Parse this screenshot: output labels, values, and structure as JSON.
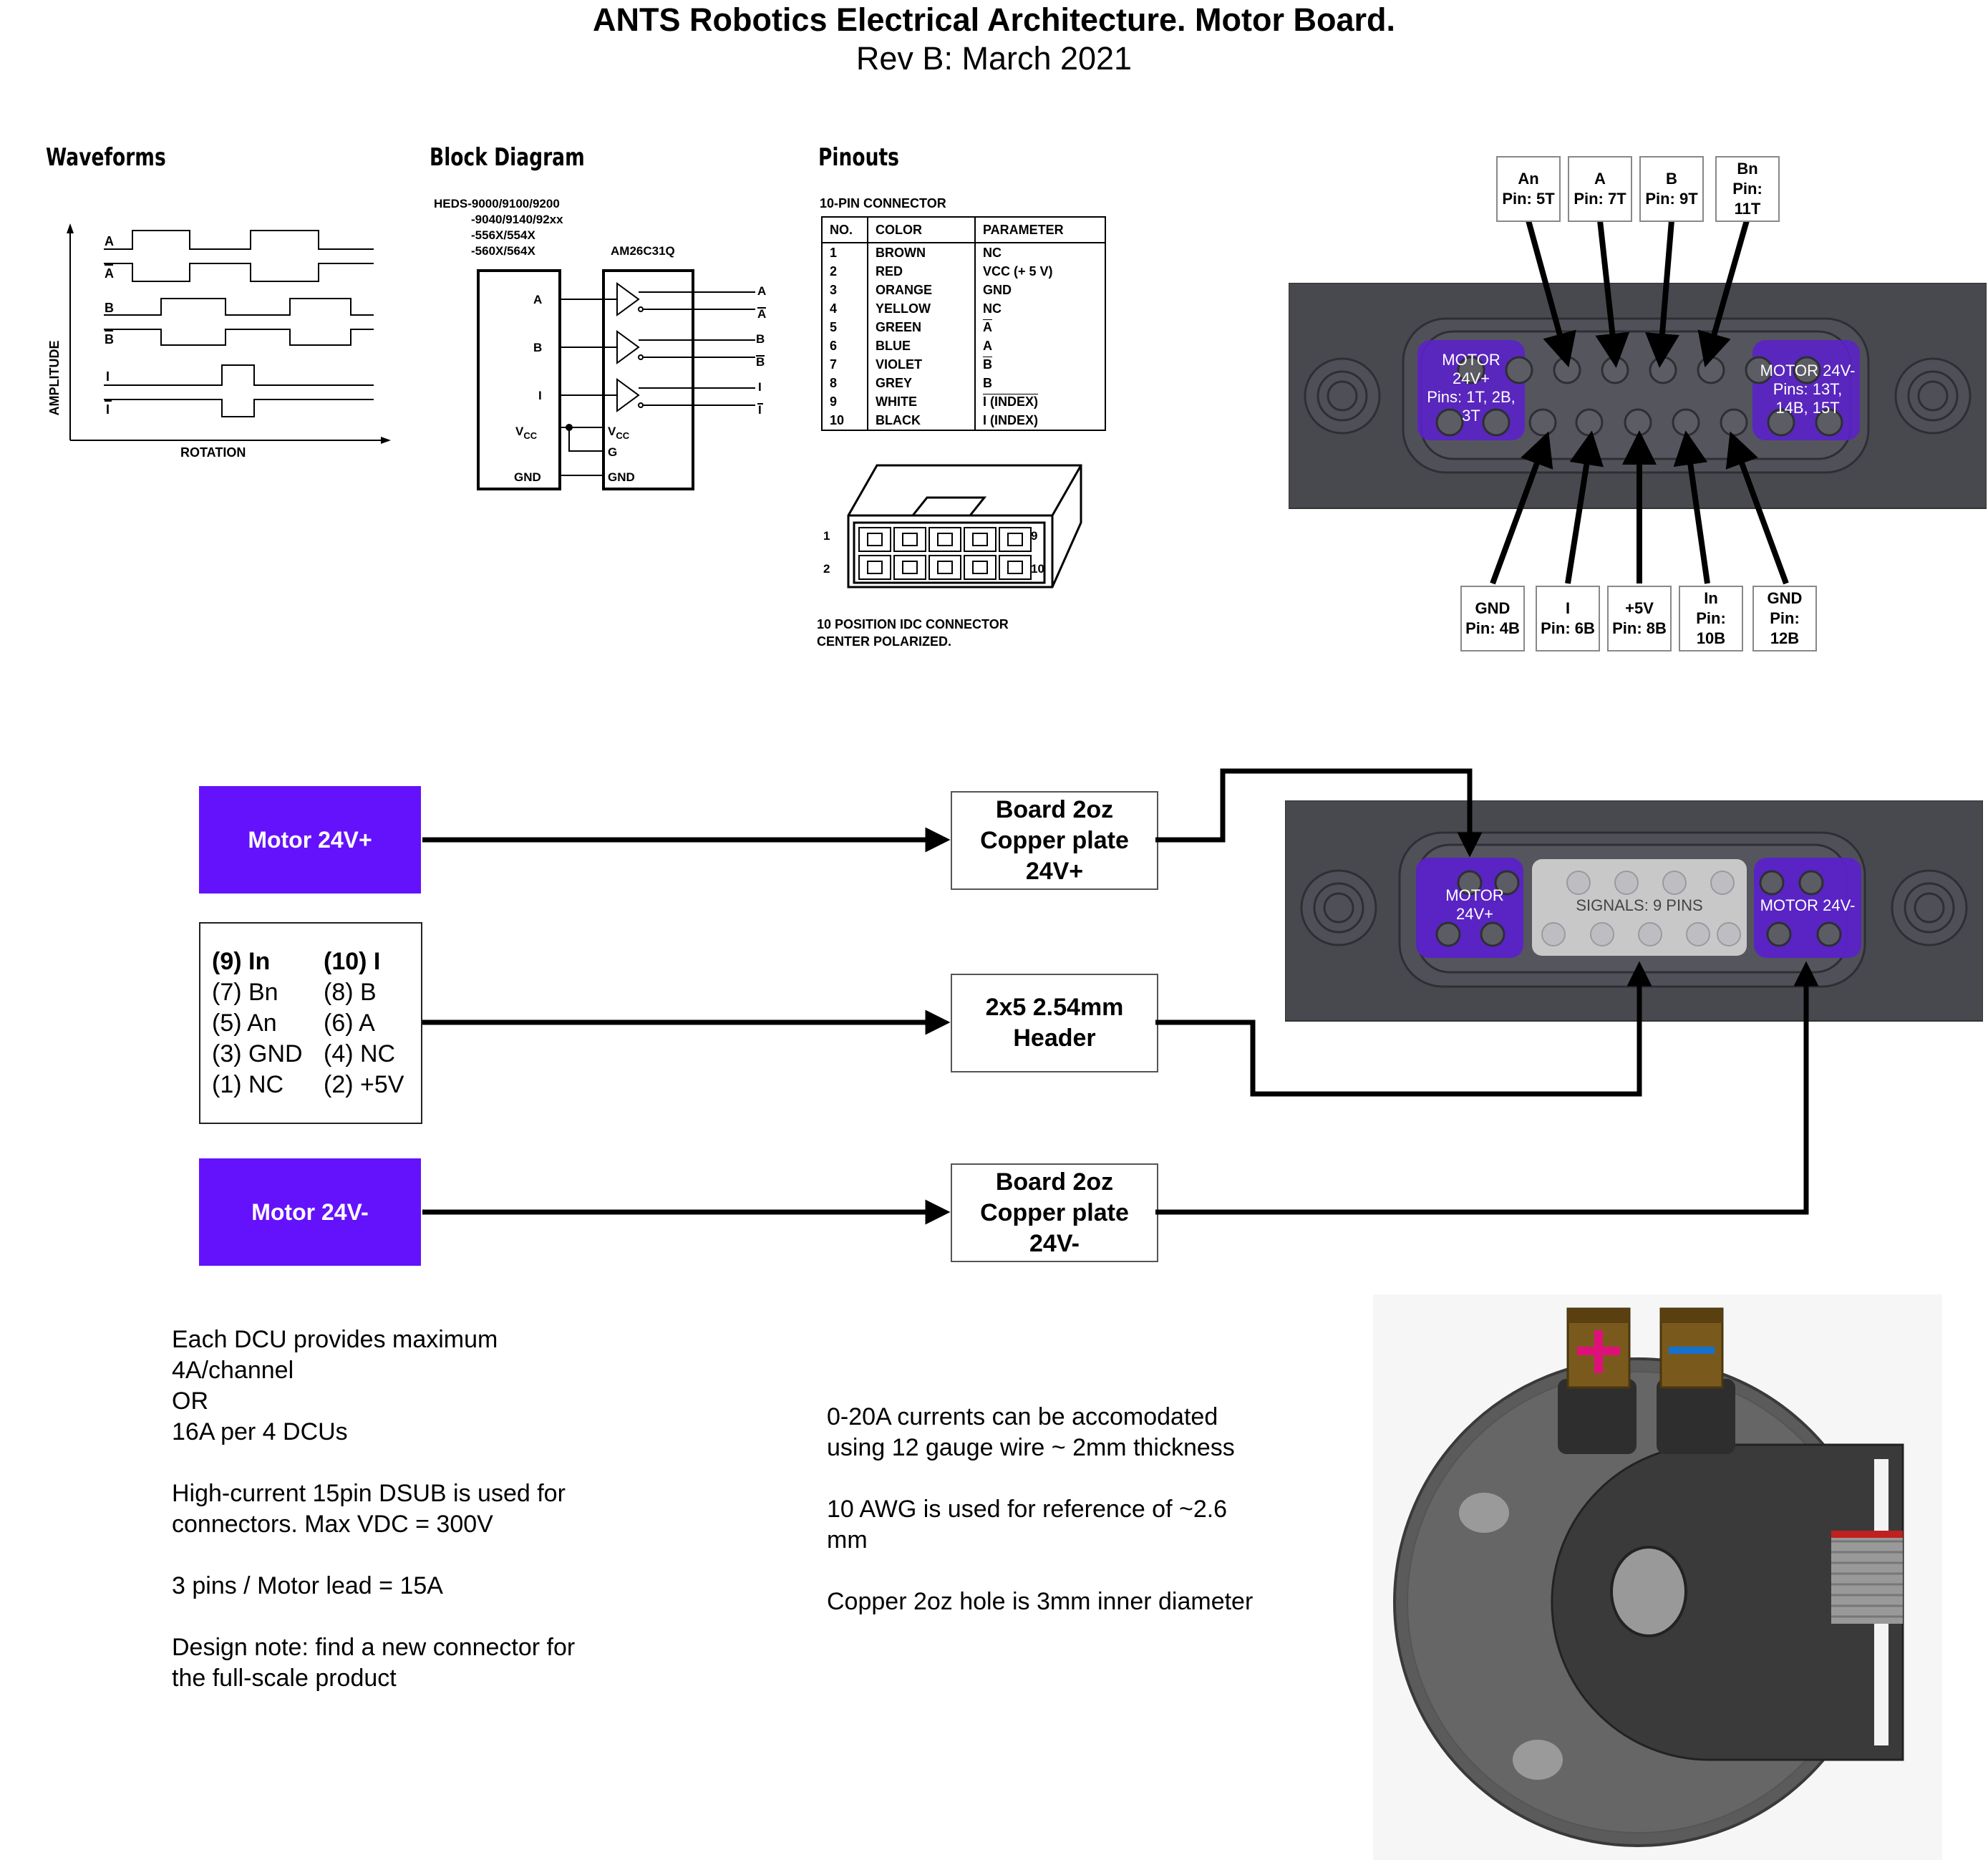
{
  "header": {
    "title": "ANTS Robotics Electrical Architecture. Motor Board.",
    "subtitle": "Rev B: March 2021"
  },
  "sections": {
    "waveforms": "Waveforms",
    "block_diagram": "Block Diagram",
    "pinouts": "Pinouts"
  },
  "waveforms": {
    "amplitude": "AMPLITUDE",
    "rotation": "ROTATION",
    "labels": [
      "A",
      "A",
      "B",
      "B",
      "I",
      "I"
    ]
  },
  "block": {
    "encoder_line1": "HEDS-9000/9100/9200",
    "encoder_line2": "-9040/9140/92xx",
    "encoder_line3": "-556X/554X",
    "encoder_line4": "-560X/564X",
    "driver": "AM26C31Q",
    "in_a": "A",
    "in_b": "B",
    "in_i": "I",
    "vcc": "V",
    "vcc_sub": "CC",
    "gnd": "GND",
    "g": "G",
    "gnd2": "GND",
    "out_a": "A",
    "out_an": "A",
    "out_b": "B",
    "out_bn": "B",
    "out_i": "I",
    "out_in": "I"
  },
  "pinouts": {
    "connector_title": "10-PIN CONNECTOR",
    "headers": [
      "NO.",
      "COLOR",
      "PARAMETER"
    ],
    "rows": [
      [
        "1",
        "BROWN",
        "NC"
      ],
      [
        "2",
        "RED",
        "VCC (+ 5 V)"
      ],
      [
        "3",
        "ORANGE",
        "GND"
      ],
      [
        "4",
        "YELLOW",
        "NC"
      ],
      [
        "5",
        "GREEN",
        "A"
      ],
      [
        "6",
        "BLUE",
        "A"
      ],
      [
        "7",
        "VIOLET",
        "B"
      ],
      [
        "8",
        "GREY",
        "B"
      ],
      [
        "9",
        "WHITE",
        "I (INDEX)"
      ],
      [
        "10",
        "BLACK",
        "I (INDEX)"
      ]
    ],
    "idc_caption_1": "10 POSITION IDC CONNECTOR",
    "idc_caption_2": "CENTER POLARIZED.",
    "idc_pin1": "1",
    "idc_pin2": "2",
    "idc_pin9": "9",
    "idc_pin10": "10"
  },
  "dsub_top": {
    "labels_top": [
      {
        "l1": "An",
        "l2": "Pin: 5T"
      },
      {
        "l1": "A",
        "l2": "Pin: 7T"
      },
      {
        "l1": "B",
        "l2": "Pin: 9T"
      },
      {
        "l1": "Bn",
        "l2": "Pin:",
        "l3": "11T"
      }
    ],
    "labels_bottom": [
      {
        "l1": "GND",
        "l2": "Pin: 4B"
      },
      {
        "l1": "I",
        "l2": "Pin: 6B"
      },
      {
        "l1": "+5V",
        "l2": "Pin: 8B"
      },
      {
        "l1": "In",
        "l2": "Pin:",
        "l3": "10B"
      },
      {
        "l1": "GND",
        "l2": "Pin:",
        "l3": "12B"
      }
    ],
    "motor_plus": [
      "MOTOR",
      "24V+",
      "Pins: 1T, 2B,",
      "3T"
    ],
    "motor_minus": [
      "MOTOR 24V-",
      "Pins: 13T,",
      "14B, 15T"
    ]
  },
  "flow": {
    "motor_plus": "Motor 24V+",
    "motor_minus": "Motor 24V-",
    "plate_plus": [
      "Board 2oz",
      "Copper plate",
      "24V+"
    ],
    "header_box": [
      "2x5 2.54mm",
      "Header"
    ],
    "plate_minus": [
      "Board 2oz",
      "Copper plate",
      "24V-"
    ],
    "pins": [
      [
        "(9) In",
        "(10) I"
      ],
      [
        "(7) Bn",
        "(8)  B"
      ],
      [
        "(5) An",
        "(6)  A"
      ],
      [
        "(3) GND",
        "(4) NC"
      ],
      [
        "(1) NC",
        "(2) +5V"
      ]
    ],
    "dsub_motor_plus": [
      "MOTOR",
      "24V+"
    ],
    "dsub_signals": "SIGNALS: 9 PINS",
    "dsub_motor_minus": "MOTOR 24V-"
  },
  "notes_left": [
    "Each DCU provides maximum",
    "4A/channel",
    "OR",
    "16A per 4 DCUs",
    "",
    "High-current 15pin DSUB is used for",
    "connectors. Max VDC = 300V",
    "",
    "3 pins / Motor lead = 15A",
    "",
    "Design note: find a new connector for",
    "the full-scale product"
  ],
  "notes_right": [
    "0-20A currents can be accomodated",
    "using 12 gauge wire ~ 2mm thickness",
    "",
    "10 AWG is used for reference of ~2.6",
    "mm",
    "",
    "Copper 2oz hole is 3mm inner diameter"
  ],
  "colors": {
    "purple": "#6412fb",
    "dsub_shell": "#4a4a52",
    "dsub_highlight": "#5a22c8",
    "signals_grey": "#c8c8c8"
  }
}
